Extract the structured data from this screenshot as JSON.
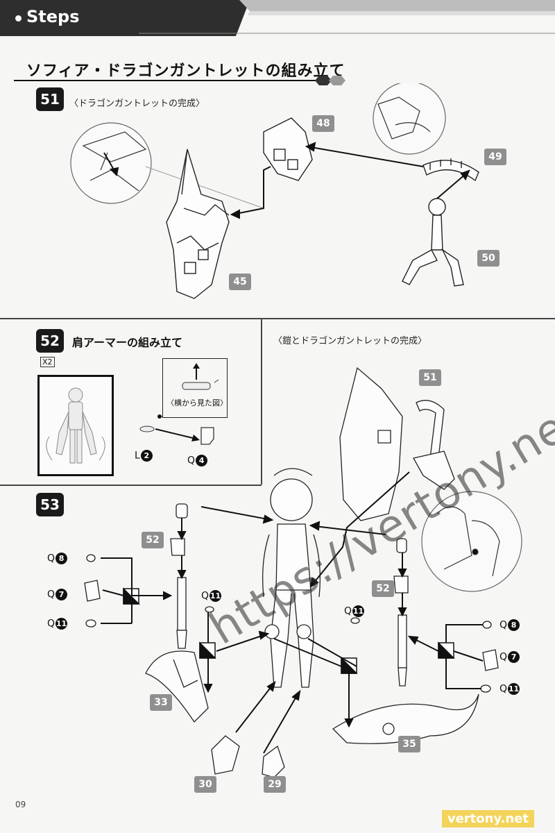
{
  "header": {
    "title": "Steps"
  },
  "section": {
    "title": "ソフィア・ドラゴンガントレットの組み立て"
  },
  "step51": {
    "number": "51",
    "subtitle": "〈ドラゴンガントレットの完成〉",
    "tags": [
      "48",
      "49",
      "50",
      "45"
    ]
  },
  "step52": {
    "number": "52",
    "title": "肩アーマーの組み立て",
    "multiplier": "X2",
    "side_view_caption": "〈横から見た図〉",
    "parts": [
      "L",
      "2",
      "Q",
      "4"
    ]
  },
  "completion": {
    "subtitle": "〈鎧とドラゴンガントレットの完成〉",
    "tag": "51"
  },
  "step53": {
    "number": "53",
    "tags": {
      "left52": "52",
      "right52": "52",
      "t33": "33",
      "t30": "30",
      "t29": "29",
      "t35": "35"
    },
    "left_parts": [
      {
        "letter": "Q",
        "num": "8"
      },
      {
        "letter": "Q",
        "num": "7"
      },
      {
        "letter": "Q",
        "num": "11"
      }
    ],
    "mid_part_left": {
      "letter": "Q",
      "num": "11"
    },
    "mid_part_right": {
      "letter": "Q",
      "num": "11"
    },
    "right_parts": [
      {
        "letter": "Q",
        "num": "8"
      },
      {
        "letter": "Q",
        "num": "7"
      },
      {
        "letter": "Q",
        "num": "11"
      }
    ]
  },
  "footer": {
    "page": "09",
    "watermark_text": "https://vertony.net",
    "watermark_badge": "vertony.net"
  },
  "colors": {
    "header_bg": "#3a3a3a",
    "tag_gray": "#8f8f8f",
    "badge_yellow": "#f4d35a"
  }
}
